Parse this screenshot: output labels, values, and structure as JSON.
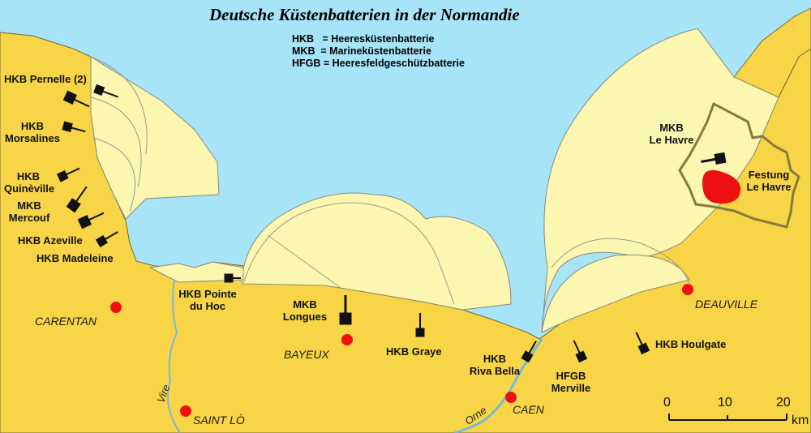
{
  "title": "Deutsche Küstenbatterien in der Normandie",
  "legend": [
    "HKB   = Heeresküstenbatterie",
    "MKB  = Marineküstenbatterie",
    "HFGB = Heeresfeldgeschützbatterie"
  ],
  "batteries": {
    "pernelle": "HKB Pernelle (2)",
    "morsalines_1": "HKB",
    "morsalines_2": "Morsalines",
    "quineville_1": "HKB",
    "quineville_2": "Quinèville",
    "mercouf_1": "MKB",
    "mercouf_2": "Mercouf",
    "azeville": "HKB Azeville",
    "madeleine": "HKB Madeleine",
    "pointe_1": "HKB Pointe",
    "pointe_2": "du Hoc",
    "longues_1": "MKB",
    "longues_2": "Longues",
    "graye": "HKB Graye",
    "rivabella_1": "HKB",
    "rivabella_2": "Riva Bella",
    "merville_1": "HFGB",
    "merville_2": "Merville",
    "houlgate": "HKB Houlgate",
    "lehavre_1": "MKB",
    "lehavre_2": "Le Havre",
    "festung_1": "Festung",
    "festung_2": "Le Havre"
  },
  "towns": {
    "carentan": "CARENTAN",
    "bayeux": "BAYEUX",
    "saintlo": "SAINT LÒ",
    "caen": "CAEN",
    "deauville": "DEAUVILLE"
  },
  "rivers": {
    "vire": "Vire",
    "orne": "Orne"
  },
  "scale": {
    "t0": "0",
    "t10": "10",
    "t20": "20",
    "unit": "km"
  },
  "colors": {
    "sea": "#a8e4f8",
    "land": "#f7d547",
    "range": "#fbf7b0",
    "town": "#ee1111",
    "fortress": "#9b8a4a"
  }
}
